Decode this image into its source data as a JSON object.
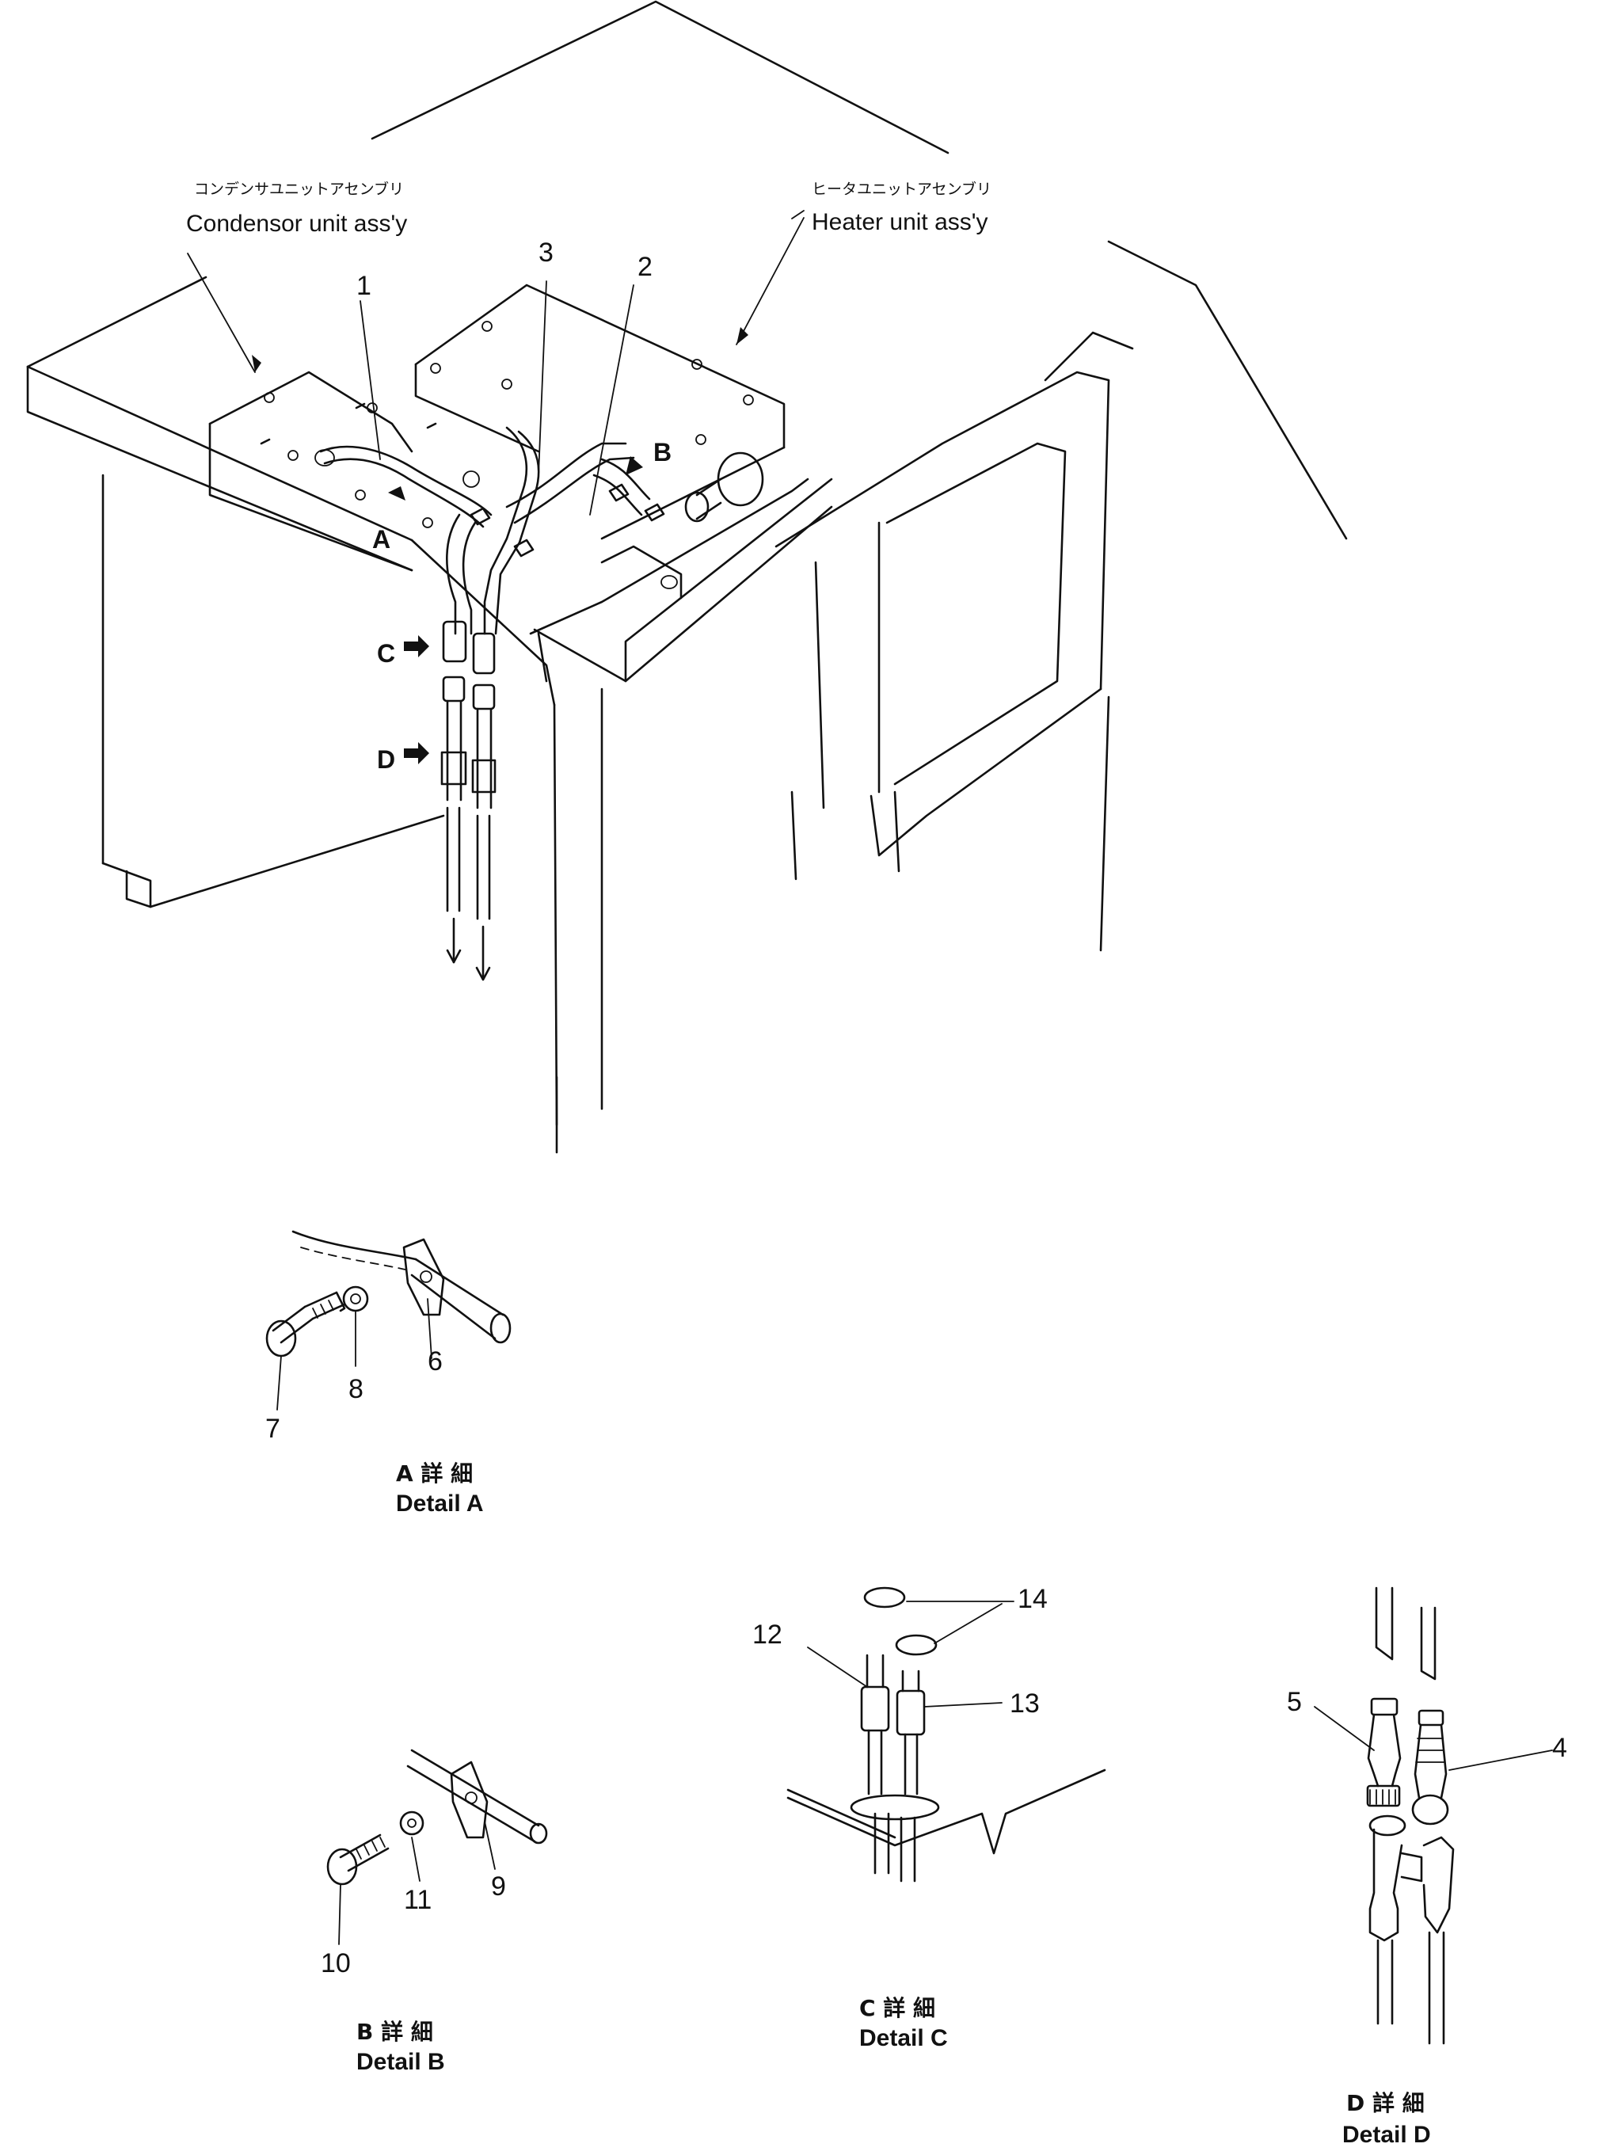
{
  "labels": {
    "condenser_jp": "コンデンサユニットアセンブリ",
    "condenser_en": "Condensor unit ass'y",
    "heater_jp": "ヒータユニットアセンブリ",
    "heater_en": "Heater unit ass'y"
  },
  "callouts": {
    "detail_a": "A",
    "detail_b": "B",
    "detail_c": "C",
    "detail_d": "D"
  },
  "part_numbers": {
    "p1": "1",
    "p2": "2",
    "p3": "3",
    "p4": "4",
    "p5": "5",
    "p6": "6",
    "p7": "7",
    "p8": "8",
    "p9": "9",
    "p10": "10",
    "p11": "11",
    "p12": "12",
    "p13": "13",
    "p14": "14"
  },
  "details": {
    "a": {
      "jp": "A 詳 細",
      "en": "Detail A"
    },
    "b": {
      "jp": "B 詳 細",
      "en": "Detail B"
    },
    "c": {
      "jp": "C 詳 細",
      "en": "Detail C"
    },
    "d": {
      "jp": "D 詳 細",
      "en": "Detail D"
    }
  }
}
